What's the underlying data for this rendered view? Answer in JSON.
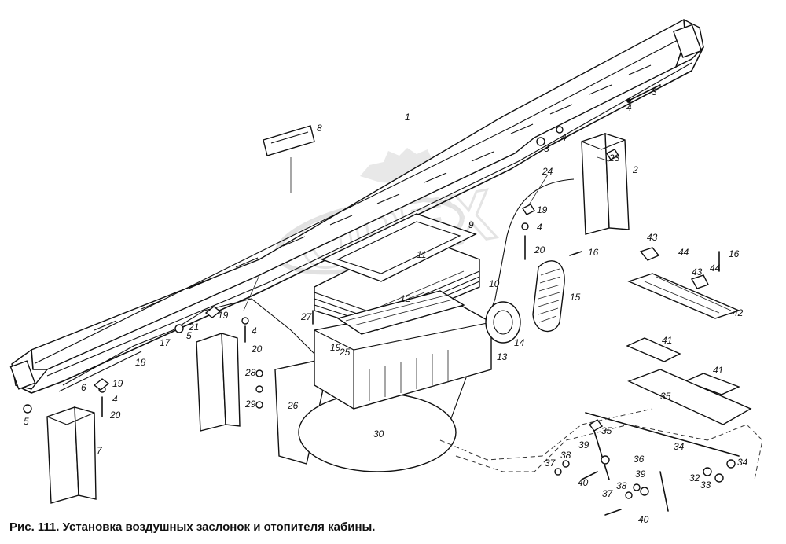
{
  "caption": "Рис. 111. Установка воздушных заслонок и отопителя кабины.",
  "callouts": [
    "1",
    "2",
    "3",
    "3",
    "4",
    "4",
    "4",
    "4",
    "4",
    "5",
    "5",
    "6",
    "7",
    "8",
    "9",
    "10",
    "11",
    "12",
    "13",
    "14",
    "15",
    "16",
    "16",
    "17",
    "18",
    "19",
    "19",
    "19",
    "19",
    "20",
    "20",
    "20",
    "21",
    "23",
    "24",
    "25",
    "26",
    "27",
    "28",
    "29",
    "30",
    "32",
    "33",
    "34",
    "34",
    "35",
    "35",
    "36",
    "37",
    "37",
    "38",
    "38",
    "39",
    "39",
    "40",
    "40",
    "41",
    "41",
    "42",
    "43",
    "43",
    "44",
    "44"
  ],
  "watermark": {
    "text": "OPEX",
    "icon": "gear-icon"
  }
}
